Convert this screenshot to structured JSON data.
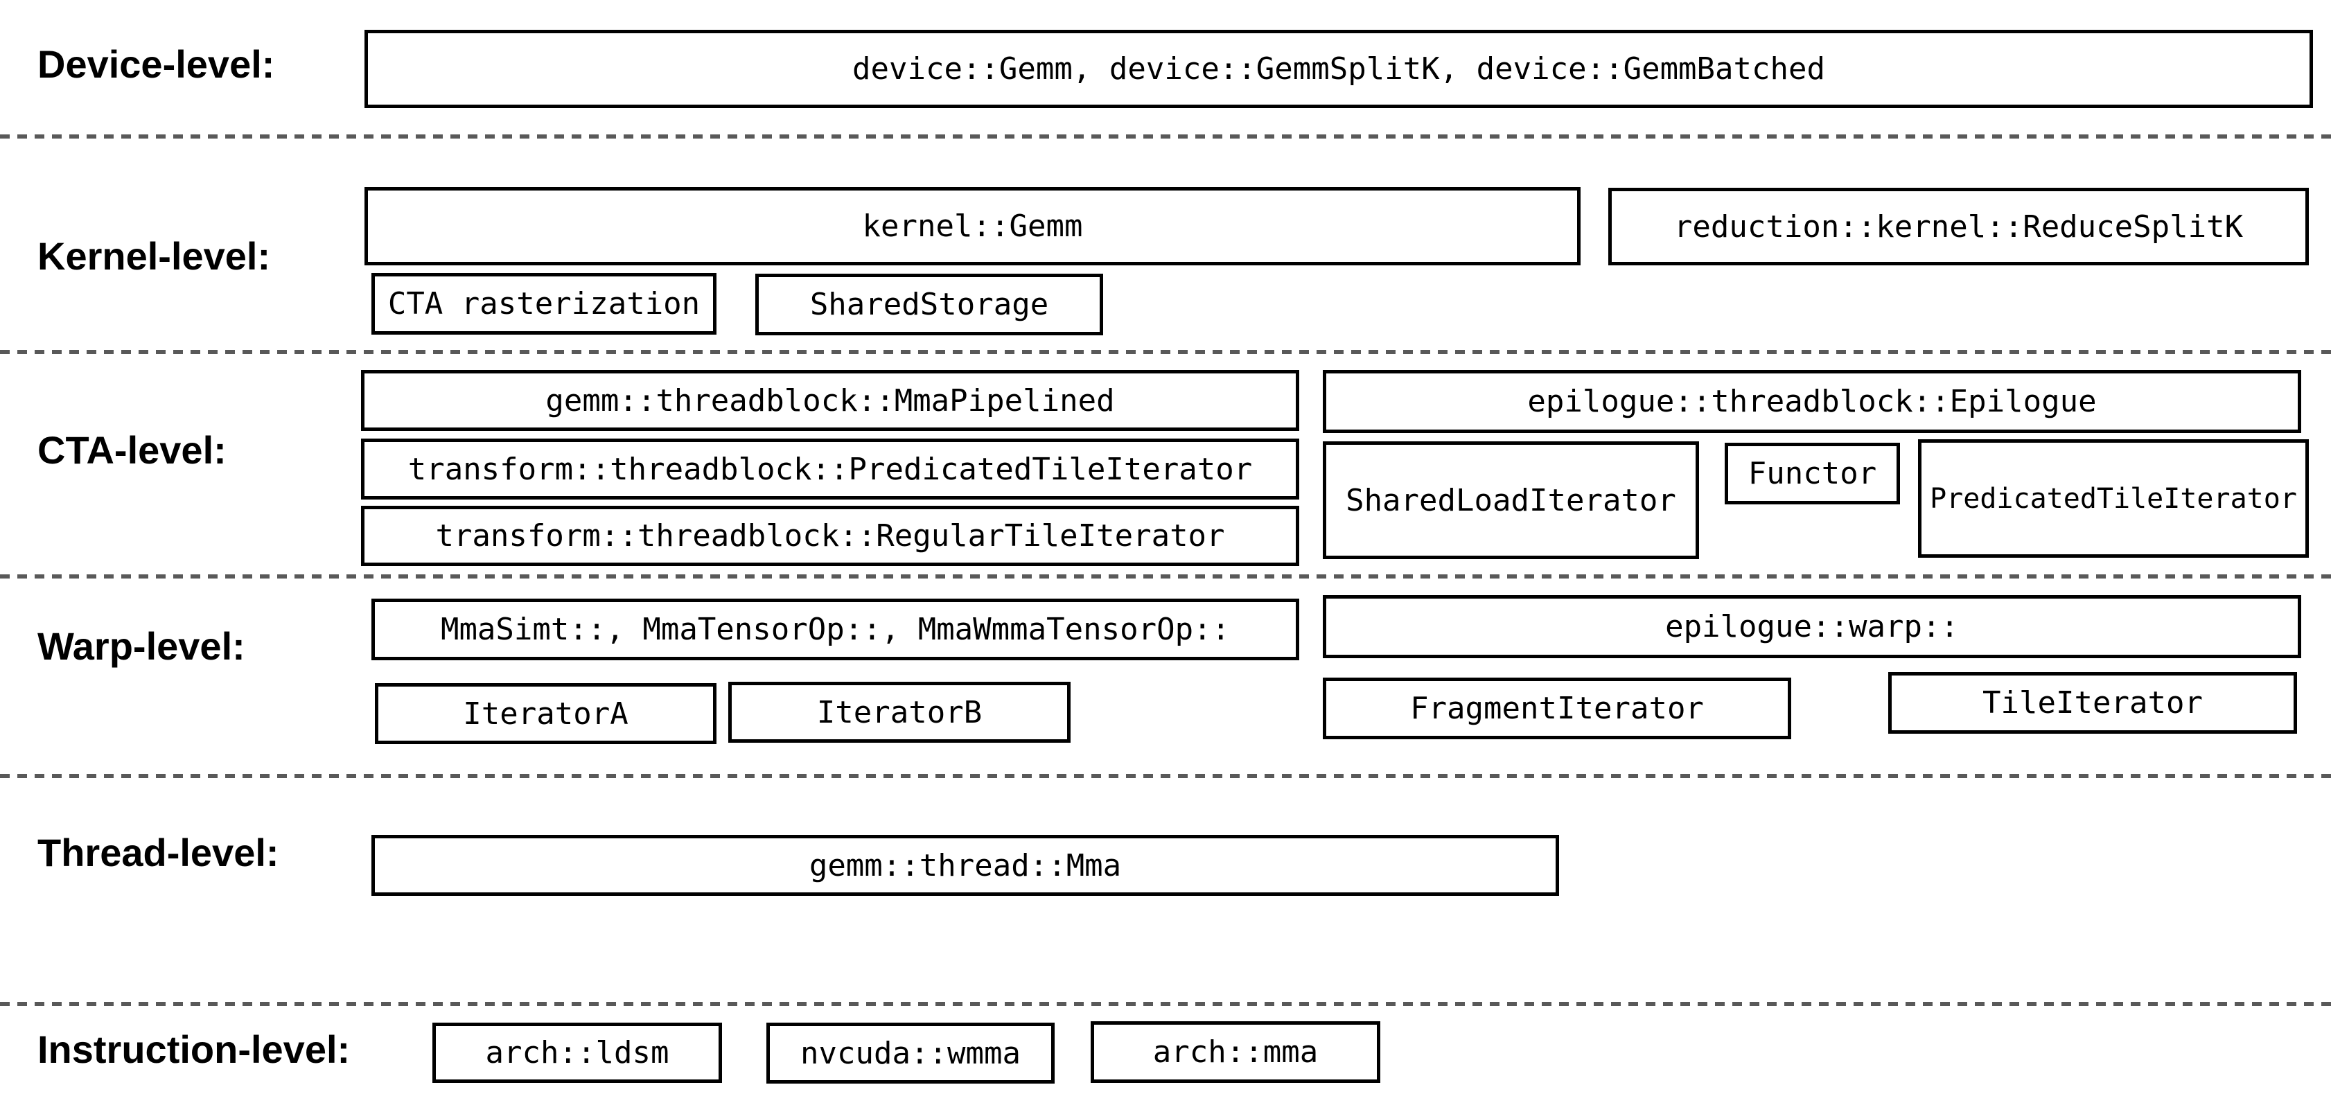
{
  "colors": {
    "background": "#ffffff",
    "box_border": "#000000",
    "text": "#000000",
    "dashed_separator": "#595959"
  },
  "levels": [
    {
      "id": "device",
      "label": "Device-level:"
    },
    {
      "id": "kernel",
      "label": "Kernel-level:"
    },
    {
      "id": "cta",
      "label": "CTA-level:"
    },
    {
      "id": "warp",
      "label": "Warp-level:"
    },
    {
      "id": "thread",
      "label": "Thread-level:"
    },
    {
      "id": "instruction",
      "label": "Instruction-level:"
    }
  ],
  "boxes": {
    "device_api": "device::Gemm, device::GemmSplitK, device::GemmBatched",
    "kernel_gemm": "kernel::Gemm",
    "reduce_splitk": "reduction::kernel::ReduceSplitK",
    "cta_rasterization": "CTA rasterization",
    "shared_storage": "SharedStorage",
    "mma_pipelined": "gemm::threadblock::MmaPipelined",
    "epilogue_threadblock": "epilogue::threadblock::Epilogue",
    "predicated_tile_iterator_transform": "transform::threadblock::PredicatedTileIterator",
    "shared_load_iterator": "SharedLoadIterator",
    "functor": "Functor",
    "predicated_tile_iterator_epilogue": "PredicatedTileIterator",
    "regular_tile_iterator": "transform::threadblock::RegularTileIterator",
    "warp_mma": "MmaSimt::, MmaTensorOp::, MmaWmmaTensorOp::",
    "epilogue_warp": "epilogue::warp::",
    "iterator_a": "IteratorA",
    "iterator_b": "IteratorB",
    "fragment_iterator": "FragmentIterator",
    "tile_iterator": "TileIterator",
    "thread_mma": "gemm::thread::Mma",
    "arch_ldsm": "arch::ldsm",
    "nvcuda_wmma": "nvcuda::wmma",
    "arch_mma": "arch::mma"
  }
}
